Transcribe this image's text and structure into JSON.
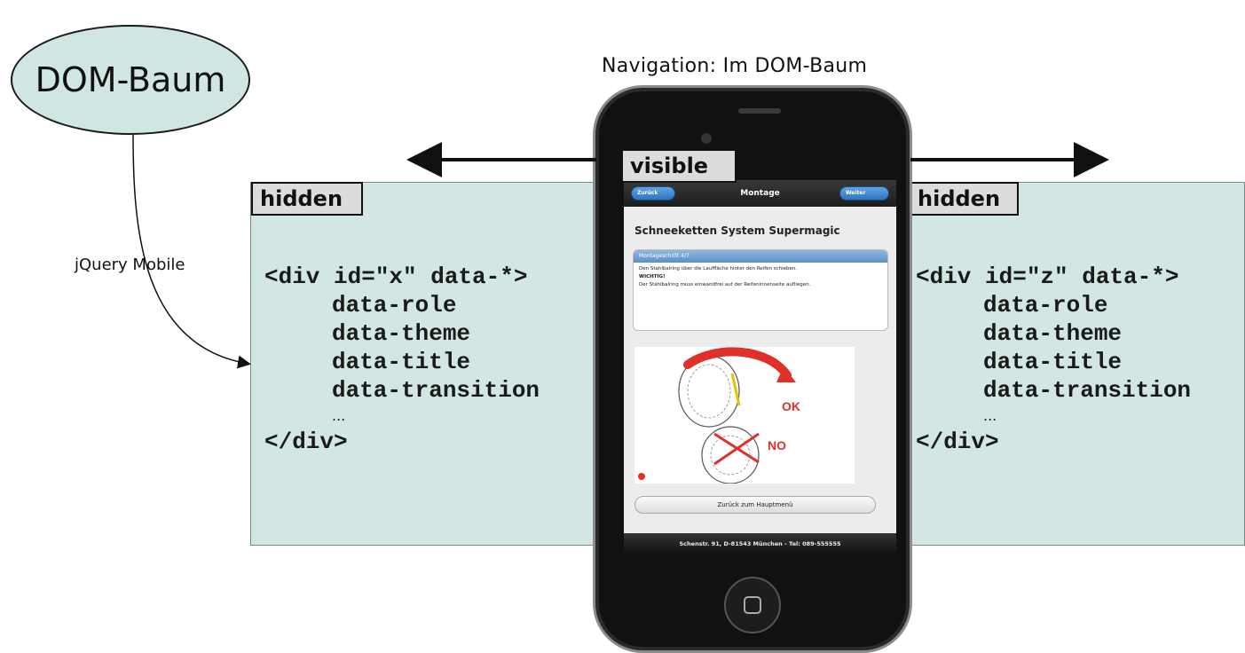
{
  "ellipse_label": "DOM-Baum",
  "arrow_label": "jQuery Mobile",
  "navigation_title": "Navigation: Im DOM-Baum",
  "left_panel": {
    "tag": "hidden",
    "open_line": "<div id=\"x\" data-*>",
    "attributes": [
      "data-role",
      "data-theme",
      "data-title",
      "data-transition"
    ],
    "ellipsis": "...",
    "close_line": "</div>"
  },
  "right_panel": {
    "tag": "hidden",
    "open_line": "<div id=\"z\" data-*>",
    "attributes": [
      "data-role",
      "data-theme",
      "data-title",
      "data-transition"
    ],
    "ellipsis": "...",
    "close_line": "</div>"
  },
  "phone": {
    "tag": "visible",
    "header_title": "Montage",
    "header_left_button": "Zurück",
    "header_right_button": "Weiter",
    "app_title": "Schneeketten System Supermagic",
    "card_header": "Montageschritt 4/7",
    "card_text_1": "Den Stahlbalring über die Lauffläche hinter den Reifen schieben.",
    "card_warning": "WICHTIG!",
    "card_text_2": "Der Stahlbalring muss einwandfrei auf der Reifeninnenseite aufliegen.",
    "image_ok_label": "OK",
    "image_no_label": "NO",
    "back_button": "Zurück zum Hauptmenü",
    "footer": "Schenstr. 91, D-81543 München - Tel: 089-555555"
  },
  "colors": {
    "panel_bg": "#d2e7e4",
    "ellipse_bg": "#cfe6e3",
    "tag_bg": "#dcdcdc",
    "ok_red": "#e0302a"
  }
}
